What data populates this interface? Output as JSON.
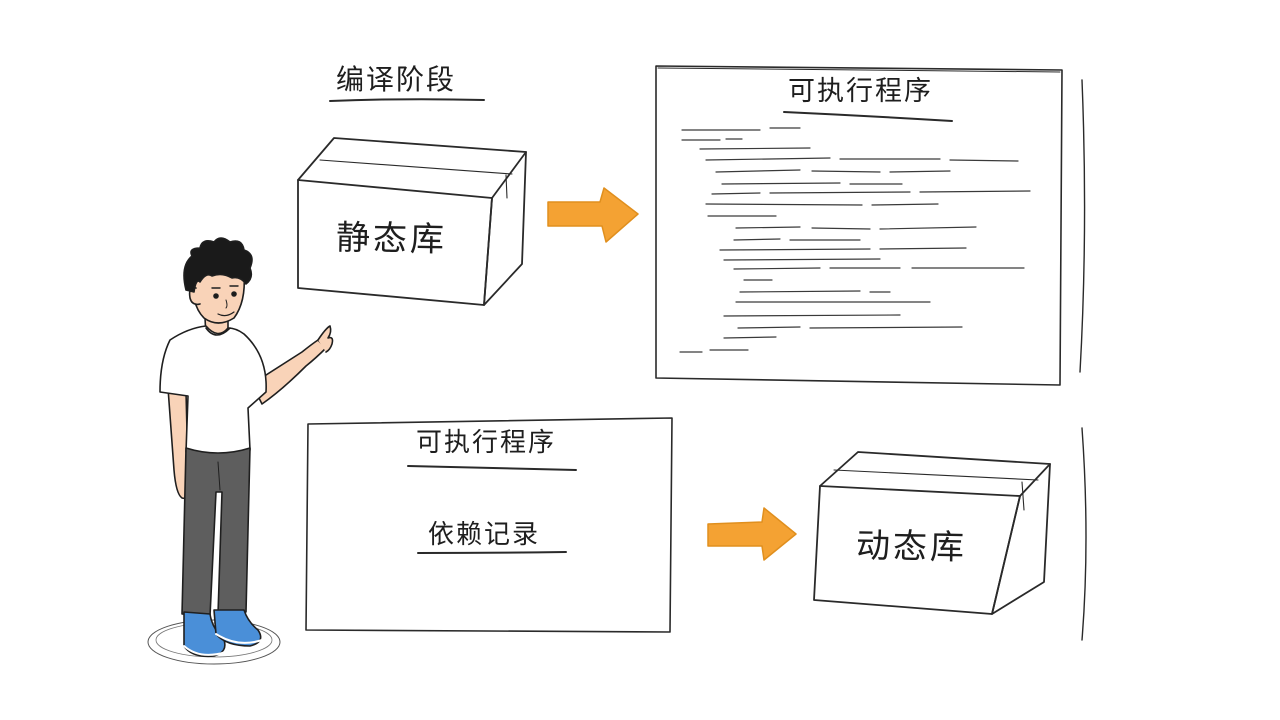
{
  "labels": {
    "compile_stage": "编译阶段",
    "executable_top": "可执行程序",
    "static_lib": "静态库",
    "executable_bottom": "可执行程序",
    "dependency_record": "依赖记录",
    "dynamic_lib": "动态库"
  },
  "colors": {
    "arrow": "#f4a233",
    "ink": "#2a2a2a",
    "shirt": "#ffffff",
    "pants": "#5e5e5e",
    "shoes": "#4a8fd8",
    "skin": "#f9d3b8",
    "hair": "#1a1a1a"
  }
}
